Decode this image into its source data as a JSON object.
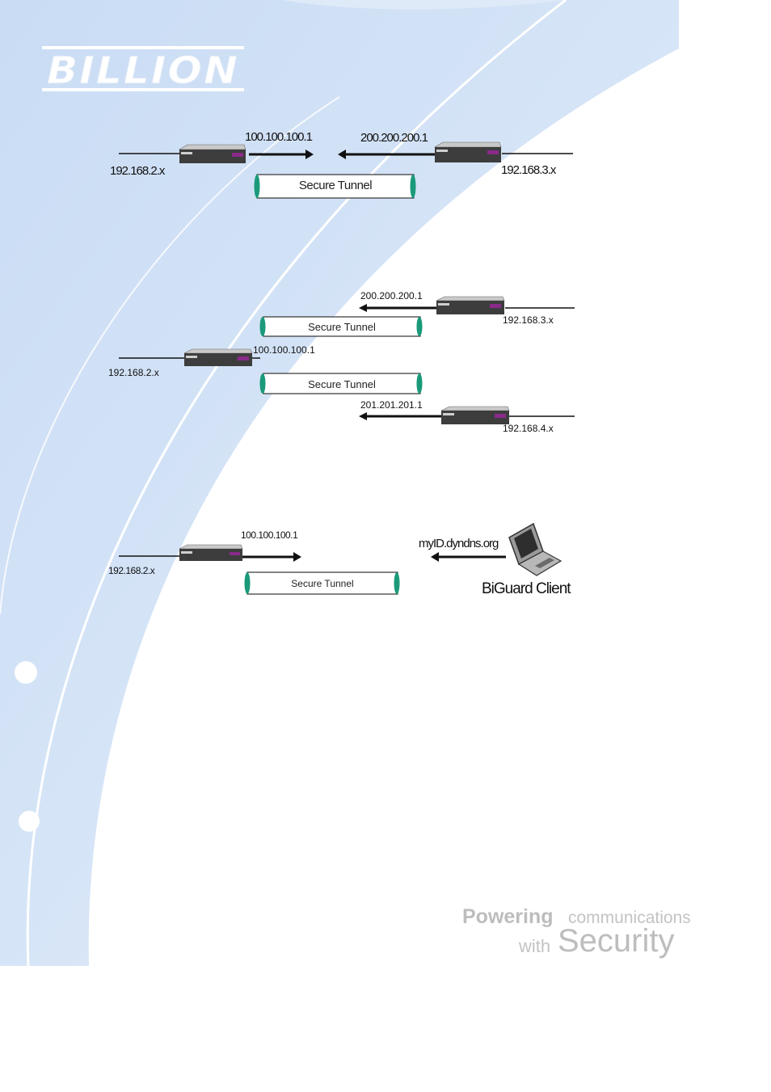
{
  "brand": {
    "logo_text": "BILLION"
  },
  "diagram1": {
    "wan_left": "100.100.100.1",
    "wan_right": "200.200.200.1",
    "lan_left": "192.168.2.x",
    "lan_right": "192.168.3.x",
    "tunnel_label": "Secure Tunnel"
  },
  "diagram2": {
    "wan_center": "100.100.100.1",
    "wan_top": "200.200.200.1",
    "wan_bottom": "201.201.201.1",
    "lan_left": "192.168.2.x",
    "lan_top": "192.168.3.x",
    "lan_bottom": "192.168.4.x",
    "tunnel_top_label": "Secure Tunnel",
    "tunnel_bottom_label": "Secure Tunnel"
  },
  "diagram3": {
    "wan_left": "100.100.100.1",
    "lan_left": "192.168.2.x",
    "remote_host": "myID.dyndns.org",
    "tunnel_label": "Secure Tunnel",
    "client_label": "BiGuard Client"
  },
  "footer": {
    "tagline_word1": "Powering",
    "tagline_word2": "communications",
    "tagline_word3": "with",
    "tagline_word4": "Security"
  }
}
